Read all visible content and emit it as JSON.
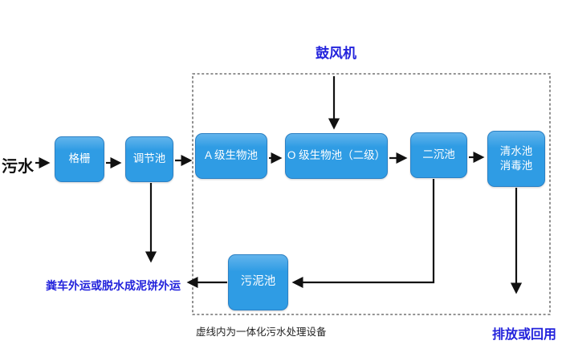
{
  "labels": {
    "influent": "污水",
    "blower": "鼓风机",
    "manure_out": "粪车外运或脱水成泥饼外运",
    "discharge": "排放或回用",
    "caption": "虚线内为一体化污水处理设备"
  },
  "boxes": {
    "grille": "格栅",
    "regulating": "调节池",
    "a_bio": "A 级生物池",
    "o_bio": "O 级生物池（二级）",
    "secondary_sed": "二沉池",
    "clear_water": "清水池",
    "disinfection": "消毒池",
    "sludge": "污泥池"
  },
  "colors": {
    "box_fill": "#2f9ce4",
    "box_fill_top": "#62b4ec",
    "box_border": "#2b80c4",
    "blue_text": "#2323dc",
    "arrow": "#111111",
    "dash_border": "#555555"
  }
}
